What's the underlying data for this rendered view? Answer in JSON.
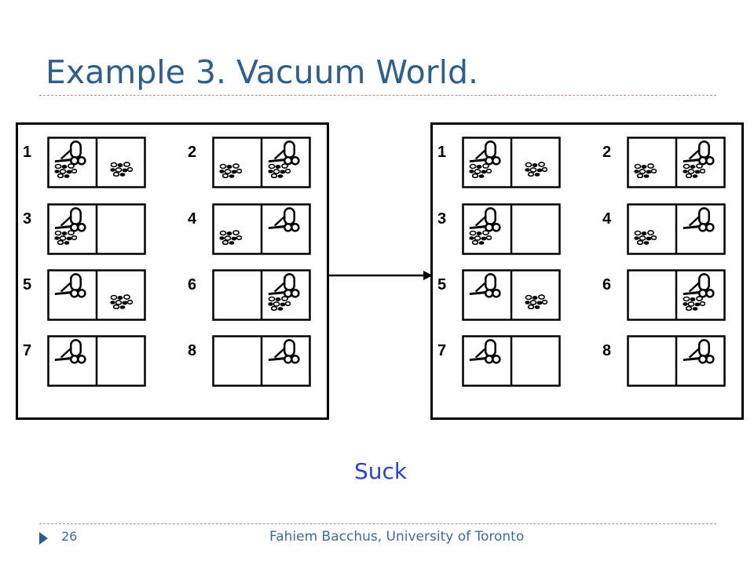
{
  "slide": {
    "title": "Example 3. Vacuum World.",
    "action_label": "Suck",
    "footer_text": "Fahiem Bacchus, University of Toronto",
    "page_number": "26"
  },
  "colors": {
    "title": "#2e5f8c",
    "action_label": "#2b3fd6",
    "footer": "#3b6e96",
    "rule": "#c48a7a"
  },
  "belief_states": [
    {
      "name": "initial",
      "states": [
        {
          "label": "1",
          "vacuum": "left",
          "dirt_left": true,
          "dirt_right": true
        },
        {
          "label": "2",
          "vacuum": "right",
          "dirt_left": true,
          "dirt_right": true
        },
        {
          "label": "3",
          "vacuum": "left",
          "dirt_left": true,
          "dirt_right": false
        },
        {
          "label": "4",
          "vacuum": "right",
          "dirt_left": true,
          "dirt_right": false
        },
        {
          "label": "5",
          "vacuum": "left",
          "dirt_left": false,
          "dirt_right": true
        },
        {
          "label": "6",
          "vacuum": "right",
          "dirt_left": false,
          "dirt_right": true
        },
        {
          "label": "7",
          "vacuum": "left",
          "dirt_left": false,
          "dirt_right": false
        },
        {
          "label": "8",
          "vacuum": "right",
          "dirt_left": false,
          "dirt_right": false
        }
      ]
    },
    {
      "name": "after-suck",
      "states": [
        {
          "label": "1",
          "vacuum": "left",
          "dirt_left": true,
          "dirt_right": true
        },
        {
          "label": "2",
          "vacuum": "right",
          "dirt_left": true,
          "dirt_right": true
        },
        {
          "label": "3",
          "vacuum": "left",
          "dirt_left": true,
          "dirt_right": false
        },
        {
          "label": "4",
          "vacuum": "right",
          "dirt_left": true,
          "dirt_right": false
        },
        {
          "label": "5",
          "vacuum": "left",
          "dirt_left": false,
          "dirt_right": true
        },
        {
          "label": "6",
          "vacuum": "right",
          "dirt_left": false,
          "dirt_right": true
        },
        {
          "label": "7",
          "vacuum": "left",
          "dirt_left": false,
          "dirt_right": false
        },
        {
          "label": "8",
          "vacuum": "right",
          "dirt_left": false,
          "dirt_right": false
        }
      ]
    }
  ]
}
